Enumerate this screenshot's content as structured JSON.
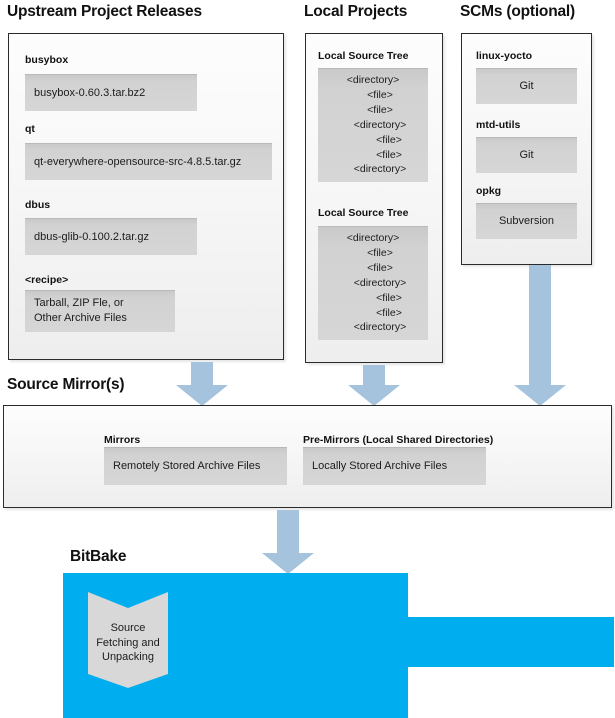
{
  "sections": {
    "upstream": {
      "title": "Upstream Project Releases"
    },
    "local": {
      "title": "Local Projects"
    },
    "scms": {
      "title": "SCMs (optional)"
    },
    "mirror": {
      "title": "Source Mirror(s)"
    },
    "bitbake": {
      "title": "BitBake"
    }
  },
  "upstream_items": [
    {
      "label": "busybox",
      "value": "busybox-0.60.3.tar.bz2"
    },
    {
      "label": "qt",
      "value": "qt-everywhere-opensource-src-4.8.5.tar.gz"
    },
    {
      "label": "dbus",
      "value": "dbus-glib-0.100.2.tar.gz"
    },
    {
      "label": "<recipe>",
      "value_line1": "Tarball, ZIP Fle, or",
      "value_line2": "Other Archive Files"
    }
  ],
  "local_items": [
    {
      "label": "Local Source Tree",
      "tree": [
        {
          "text": "<directory>",
          "level": 0
        },
        {
          "text": "<file>",
          "level": 1
        },
        {
          "text": "<file>",
          "level": 1
        },
        {
          "text": "<directory>",
          "level": 1
        },
        {
          "text": "<file>",
          "level": 2
        },
        {
          "text": "<file>",
          "level": 2
        },
        {
          "text": "<directory>",
          "level": 1
        }
      ]
    },
    {
      "label": "Local Source Tree",
      "tree": [
        {
          "text": "<directory>",
          "level": 0
        },
        {
          "text": "<file>",
          "level": 1
        },
        {
          "text": "<file>",
          "level": 1
        },
        {
          "text": "<directory>",
          "level": 1
        },
        {
          "text": "<file>",
          "level": 2
        },
        {
          "text": "<file>",
          "level": 2
        },
        {
          "text": "<directory>",
          "level": 1
        }
      ]
    }
  ],
  "scm_items": [
    {
      "label": "linux-yocto",
      "value": "Git"
    },
    {
      "label": "mtd-utils",
      "value": "Git"
    },
    {
      "label": "opkg",
      "value": "Subversion"
    }
  ],
  "mirror_items": [
    {
      "label": "Mirrors",
      "value": "Remotely Stored Archive Files"
    },
    {
      "label": "Pre-Mirrors (Local Shared Directories)",
      "value": "Locally Stored Archive Files"
    }
  ],
  "bitbake_task": {
    "line1": "Source",
    "line2": "Fetching and",
    "line3": "Unpacking"
  },
  "colors": {
    "arrow": "#a6c3de",
    "bitbake": "#00aeef",
    "chip": "#d4d4d4",
    "panel_border": "#2b2b2b"
  }
}
